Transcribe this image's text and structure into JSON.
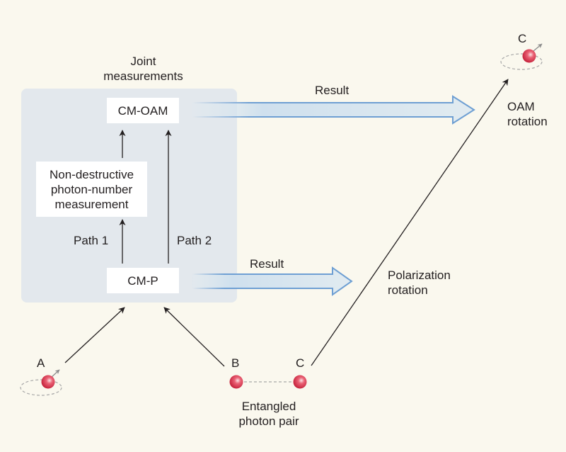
{
  "diagram": {
    "title_label": [
      "Joint",
      "measurements"
    ],
    "boxes": {
      "cm_oam": "CM-OAM",
      "non_destructive": [
        "Non-destructive",
        "photon-number",
        "measurement"
      ],
      "cm_p": "CM-P"
    },
    "paths": {
      "path1": "Path 1",
      "path2": "Path 2"
    },
    "results": {
      "top": "Result",
      "bottom": "Result"
    },
    "rotations": {
      "oam": [
        "OAM",
        "rotation"
      ],
      "polarization": [
        "Polarization",
        "rotation"
      ]
    },
    "photons": {
      "a": "A",
      "b": "B",
      "c_bottom": "C",
      "c_top": "C"
    },
    "entangled_label": [
      "Entangled",
      "photon pair"
    ]
  },
  "colors": {
    "background": "#faf8ee",
    "panel": "#e3e8ed",
    "result_arrow_stroke": "#6e9fd3",
    "result_arrow_fill": "#dde9f1",
    "photon": "#e0384f",
    "text": "#231f20"
  }
}
